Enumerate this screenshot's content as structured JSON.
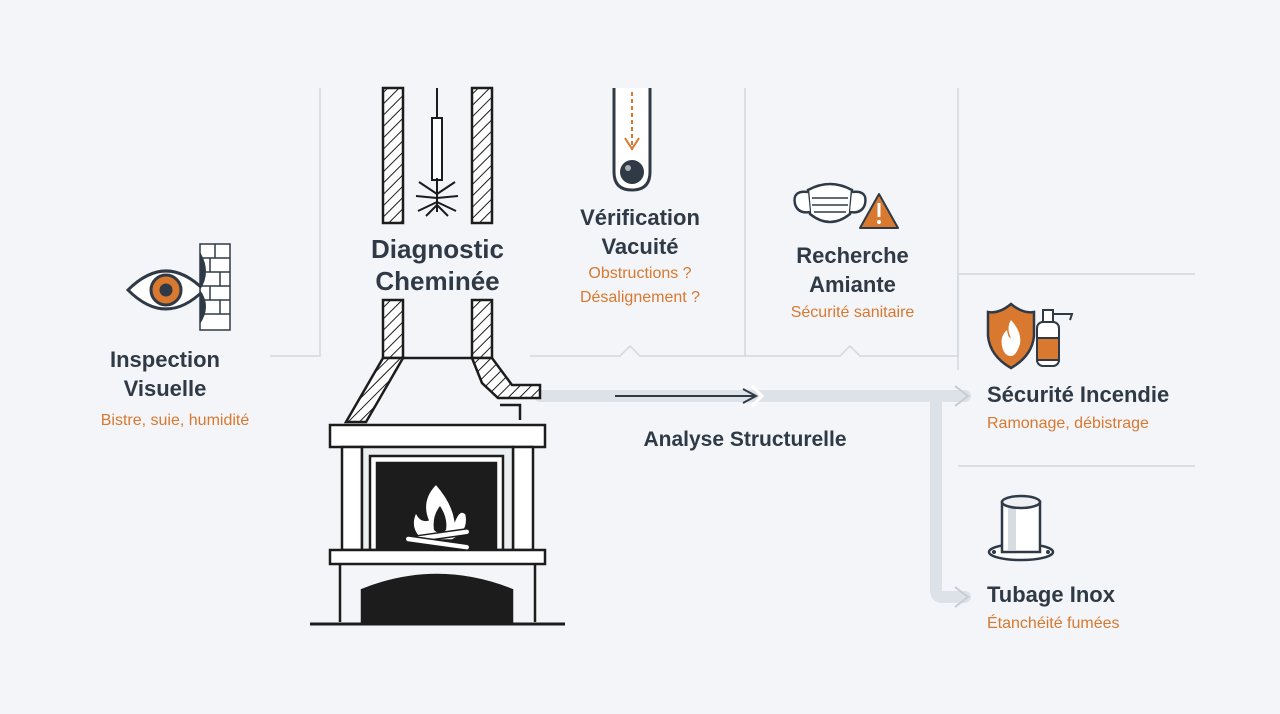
{
  "title": "Diagnostic Cheminée",
  "steps": {
    "inspection": {
      "title": "Inspection Visuelle",
      "subtitle": "Bistre, suie, humidité"
    },
    "vacuite": {
      "title": "Vérification Vacuité",
      "subtitle_line1": "Obstructions ?",
      "subtitle_line2": "Désalignement ?"
    },
    "amiante": {
      "title": "Recherche Amiante",
      "subtitle": "Sécurité sanitaire"
    },
    "structure": {
      "title": "Analyse Structurelle"
    },
    "incendie": {
      "title": "Sécurité Incendie",
      "subtitle": "Ramonage, débistrage"
    },
    "tubage": {
      "title": "Tubage Inox",
      "subtitle": "Étanchéité fumées"
    }
  },
  "icons": [
    "eye-icon",
    "brush-icon",
    "ball-drop-icon",
    "mask-icon",
    "warning-icon",
    "fire-shield-icon",
    "extinguisher-icon",
    "steel-tube-icon",
    "fireplace-icon"
  ],
  "colors": {
    "accent": "#d9782f",
    "text": "#2f3a46",
    "line": "#1c1c1c",
    "background": "#f3f5f8"
  }
}
